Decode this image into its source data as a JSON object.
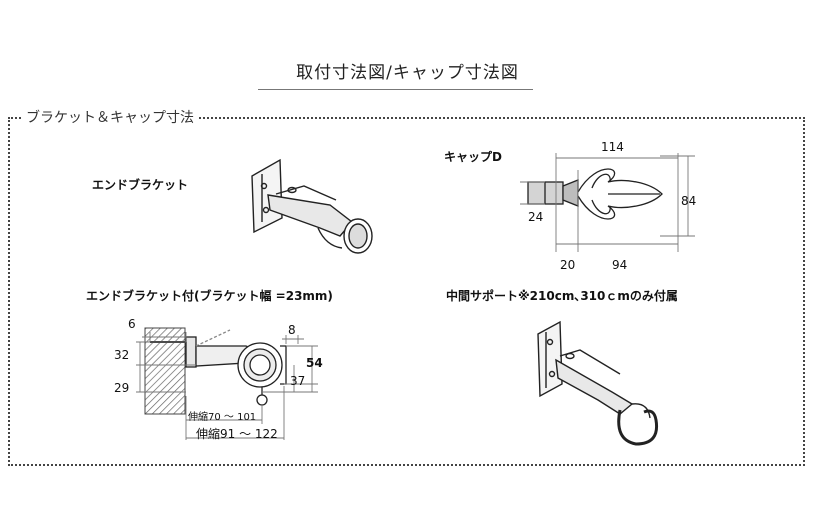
{
  "title": "取付寸法図/キャップ寸法図",
  "section_label": "ブラケット＆キャップ寸法",
  "panels": {
    "end_bracket": {
      "caption": "エンドブラケット"
    },
    "cap_d": {
      "caption": "キャップD",
      "dims": {
        "width": "114",
        "height": "84",
        "rod": "24",
        "neck": "20",
        "head": "94"
      }
    },
    "end_bracket_mount": {
      "caption": "エンドブラケット付(ブラケット幅 =23mm)",
      "dims": {
        "screw_offset": "6",
        "upper": "32",
        "lower": "29",
        "flange": "8",
        "total_height": "54",
        "center_height": "37",
        "extend_short": "伸縮70 ～ 101",
        "extend_long": "伸縮91 ～ 122"
      }
    },
    "center_support": {
      "caption": "中間サポート※210cm､310ｃmのみ付属"
    }
  }
}
